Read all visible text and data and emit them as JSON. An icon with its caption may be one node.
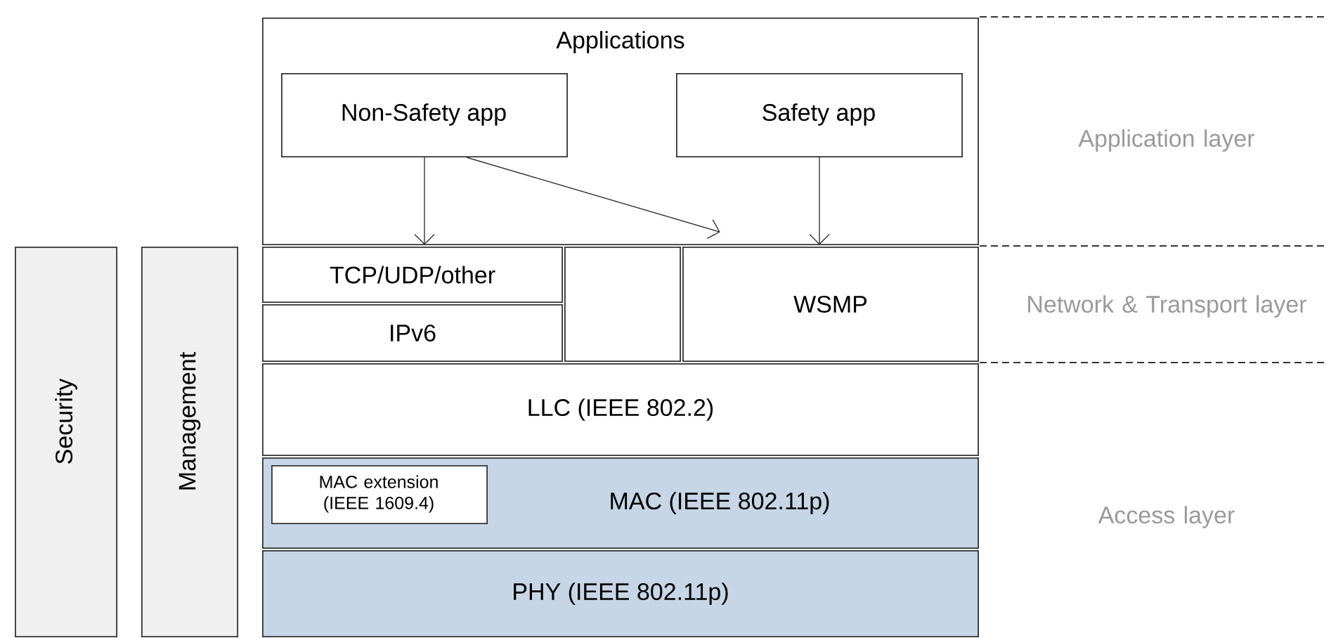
{
  "diagram": {
    "nodes": [
      {
        "text": [
          "Applications"
        ]
      },
      {
        "text": [
          "Non-Safety app"
        ],
        "in": 0
      },
      {
        "text": [
          "Safety app"
        ],
        "in": 0
      },
      {
        "text": [
          "TCP/UDP/other"
        ]
      },
      {
        "text": [],
        "shape": "box"
      },
      {
        "text": [
          "WSMP"
        ]
      },
      {
        "text": [
          "IPv6"
        ]
      },
      {
        "text": [
          "LLC (IEEE 802.2)"
        ]
      },
      {
        "text": [
          "MAC (IEEE 802.11p)"
        ]
      },
      {
        "text": [
          "MAC extension (IEEE 1609.4)"
        ],
        "in": 8
      },
      {
        "text": [
          "PHY (IEEE 802.11p)"
        ]
      },
      {
        "text": [
          "Security"
        ]
      },
      {
        "text": [
          "Management"
        ]
      }
    ],
    "edges": [
      {
        "from": 1,
        "to": 3,
        "arrow": "to"
      },
      {
        "from": 1,
        "to": 5,
        "arrow": "to"
      },
      {
        "from": 2,
        "to": 5,
        "arrow": "to"
      }
    ],
    "labels": [
      "Application layer",
      "Network & Transport layer",
      "Access layer"
    ]
  }
}
